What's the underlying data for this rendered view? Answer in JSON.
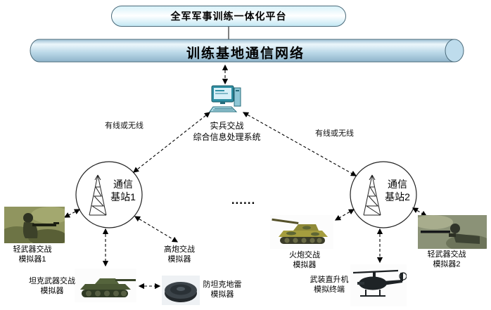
{
  "platform": {
    "title": "全军军事训练一体化平台"
  },
  "backbone": {
    "title": "训练基地通信网络"
  },
  "processor": {
    "line1": "实兵交战",
    "line2": "综合信息处理系统"
  },
  "links": {
    "left_label": "有线或无线",
    "right_label": "有线或无线"
  },
  "stations": {
    "left": {
      "line1": "通信",
      "line2": "基站1"
    },
    "right": {
      "line1": "通信",
      "line2": "基站2"
    }
  },
  "separator": "......",
  "devices": {
    "light1": {
      "line1": "轻武器交战",
      "line2": "模拟器1"
    },
    "aagun": {
      "line1": "高炮交战",
      "line2": "模拟器"
    },
    "tank": {
      "line1": "坦克武器交战",
      "line2": "模拟器"
    },
    "mine": {
      "line1": "防坦克地雷",
      "line2": "模拟器"
    },
    "artillery": {
      "line1": "火炮交战",
      "line2": "模拟器"
    },
    "helicopter": {
      "line1": "武装直升机",
      "line2": "模拟终端"
    },
    "light2": {
      "line1": "轻武器交战",
      "line2": "模拟器2"
    }
  },
  "colors": {
    "cylinder_fill": "#aaccdf",
    "platform_fill": "#cfeef7",
    "line": "#000000"
  }
}
